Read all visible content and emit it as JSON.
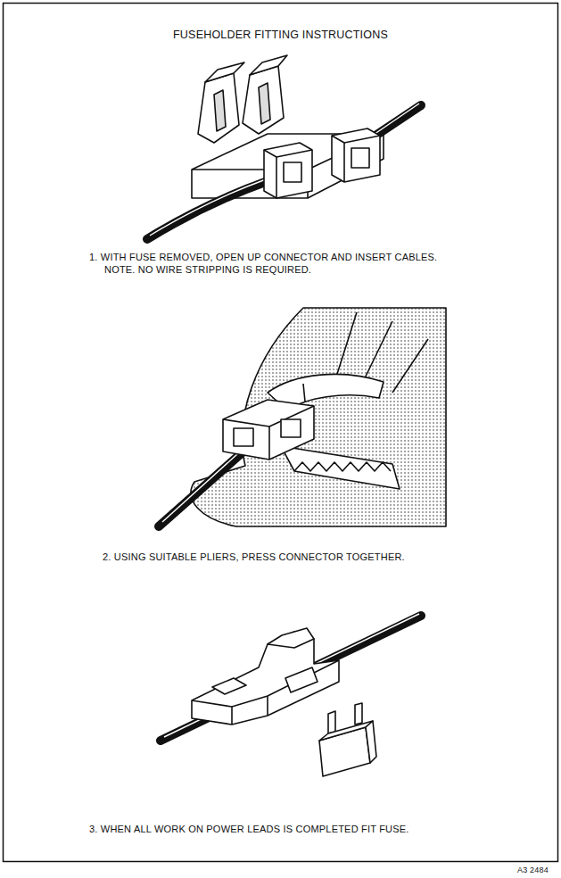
{
  "diagram": {
    "title": "FUSEHOLDER FITTING INSTRUCTIONS",
    "labels": [
      "1. WITH FUSE REMOVED, OPEN UP CONNECTOR AND INSERT CABLES.",
      "NOTE. NO WIRE STRIPPING IS REQUIRED.",
      "2. USING SUITABLE PLIERS, PRESS CONNECTOR TOGETHER.",
      "3. WHEN ALL WORK ON POWER LEADS IS COMPLETED FIT FUSE.",
      "A3 2484"
    ]
  }
}
